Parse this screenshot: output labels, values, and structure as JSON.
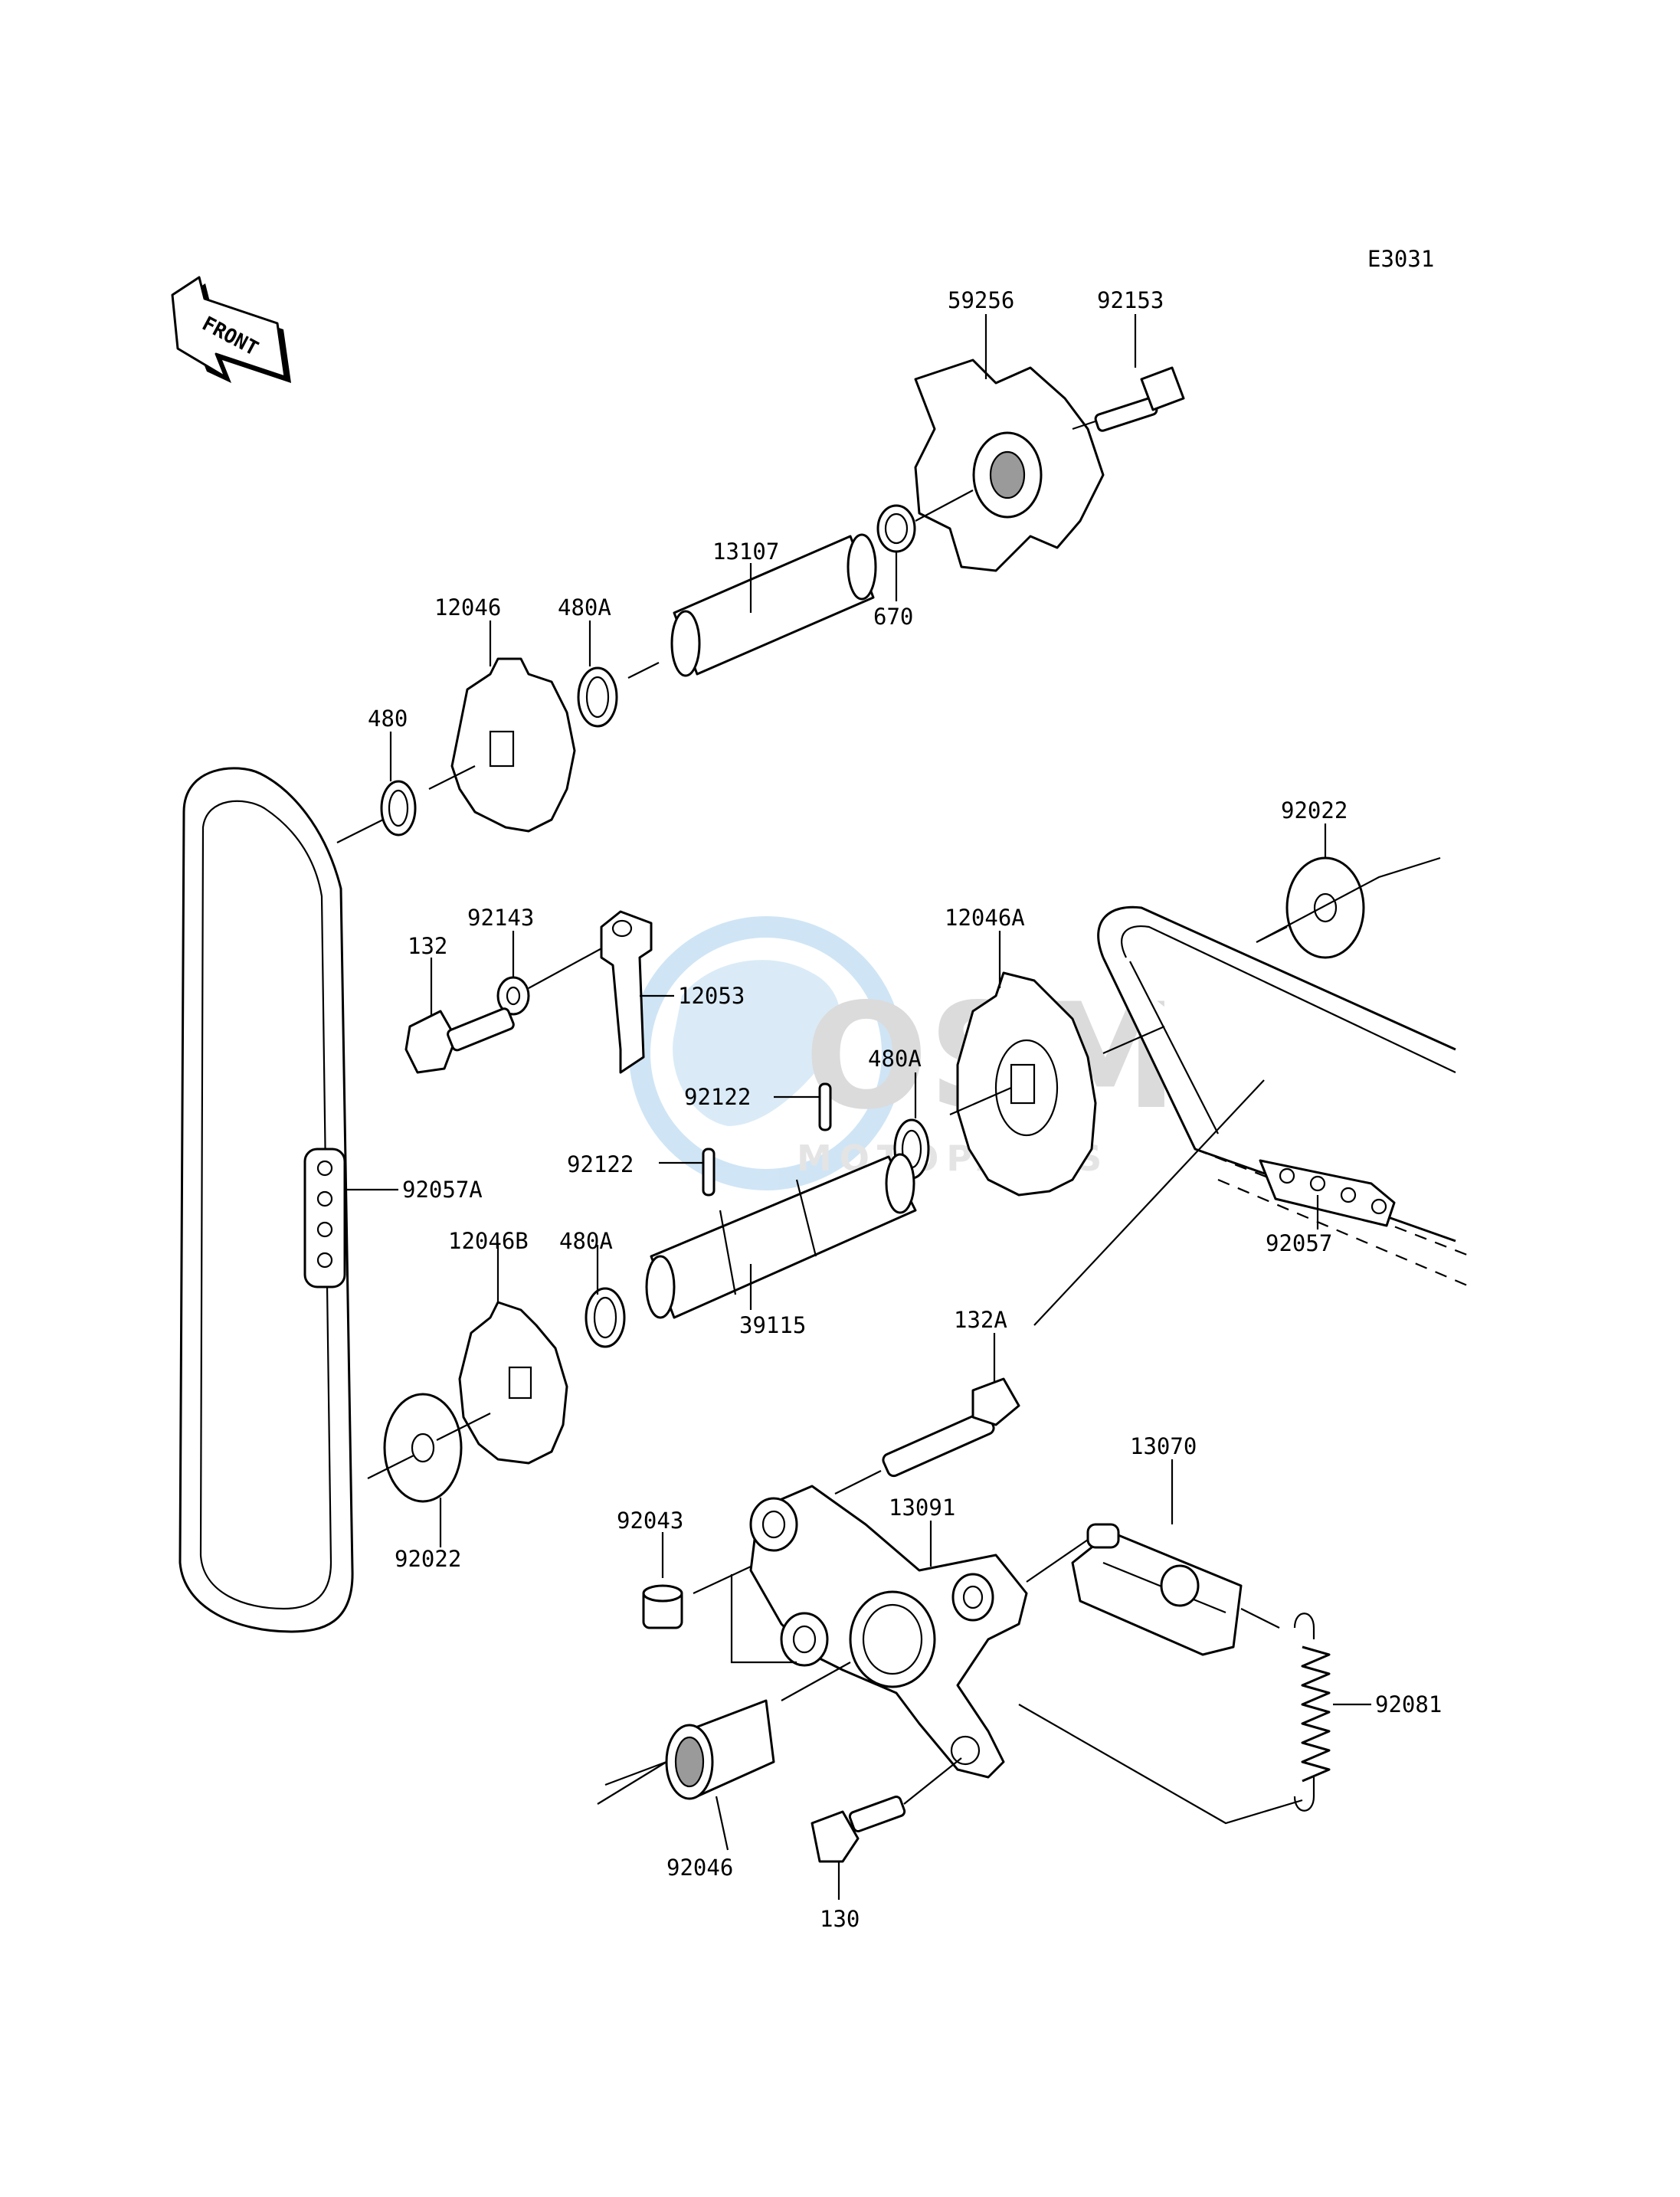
{
  "figure_code": "E3031",
  "front_label": "FRONT",
  "watermark": {
    "brand": "OSM",
    "sub": "MOTOPARTS"
  },
  "part_numbers": {
    "p59256": "59256",
    "p92153": "92153",
    "p13107": "13107",
    "p670": "670",
    "p12046": "12046",
    "p480A_top": "480A",
    "p480": "480",
    "p92022_right": "92022",
    "p92143": "92143",
    "p132": "132",
    "p12053": "12053",
    "p12046A": "12046A",
    "p480A_mid": "480A",
    "p92122_a": "92122",
    "p92122_b": "92122",
    "p92057A": "92057A",
    "p92057": "92057",
    "p12046B": "12046B",
    "p480A_low": "480A",
    "p39115": "39115",
    "p132A": "132A",
    "p92022_left": "92022",
    "p13070": "13070",
    "p92043": "92043",
    "p13091": "13091",
    "p92081": "92081",
    "p92046": "92046",
    "p130": "130"
  }
}
